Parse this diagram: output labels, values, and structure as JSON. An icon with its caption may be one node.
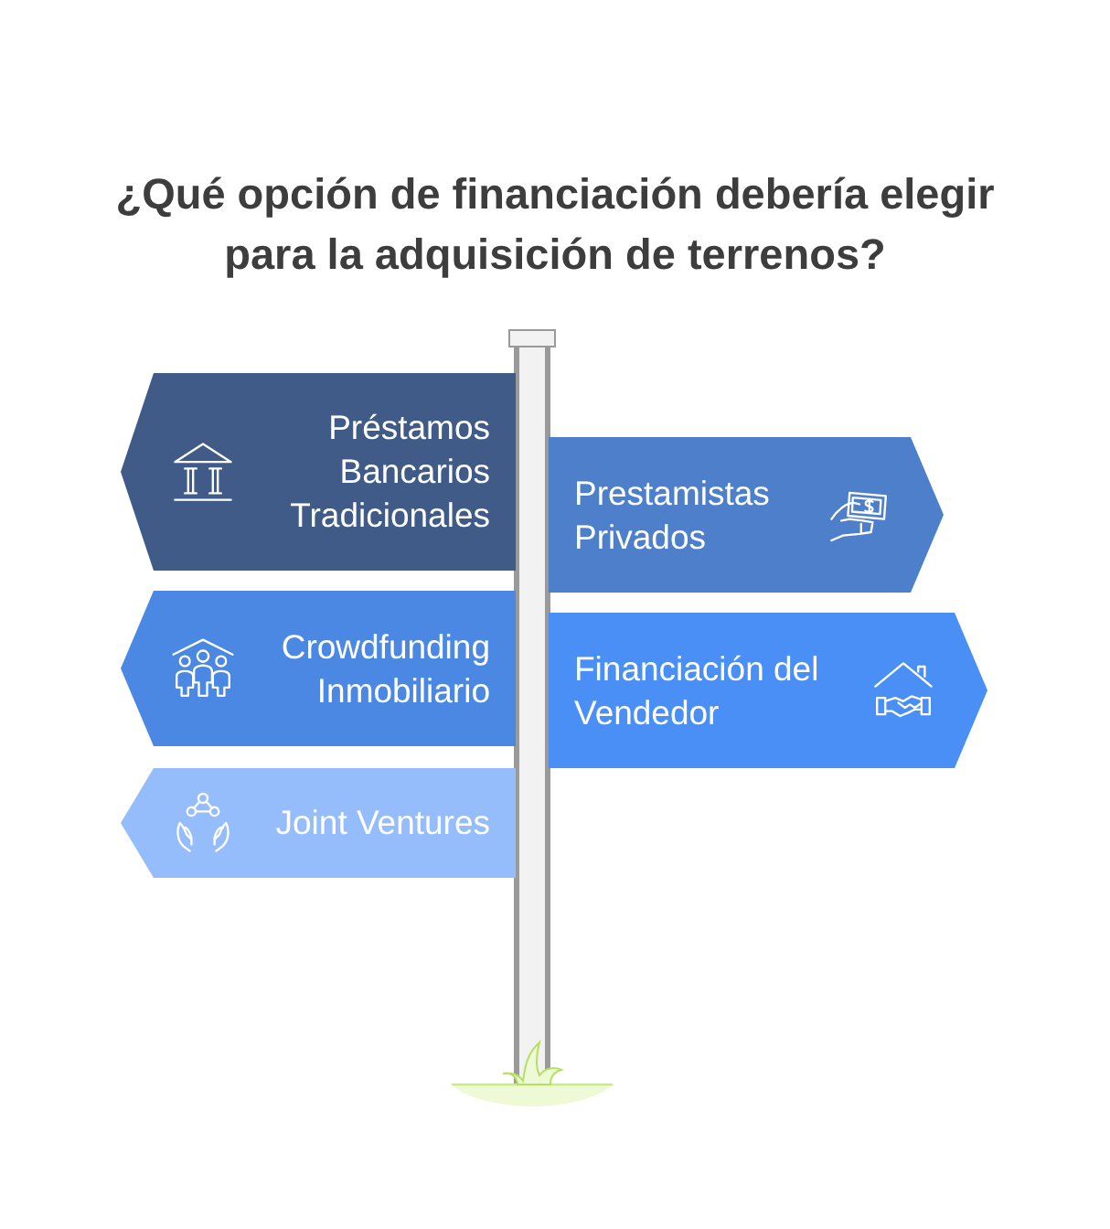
{
  "diagram": {
    "title": "¿Qué opción de financiación debería elegir para la adquisición de terrenos?",
    "nodes": [
      {
        "text": [
          "Préstamos Bancarios Tradicionales"
        ]
      },
      {
        "text": [
          "Prestamistas Privados"
        ]
      },
      {
        "text": [
          "Crowdfunding Inmobiliario"
        ]
      },
      {
        "text": [
          "Financiación del Vendedor"
        ]
      },
      {
        "text": [
          "Joint Ventures"
        ]
      }
    ]
  }
}
